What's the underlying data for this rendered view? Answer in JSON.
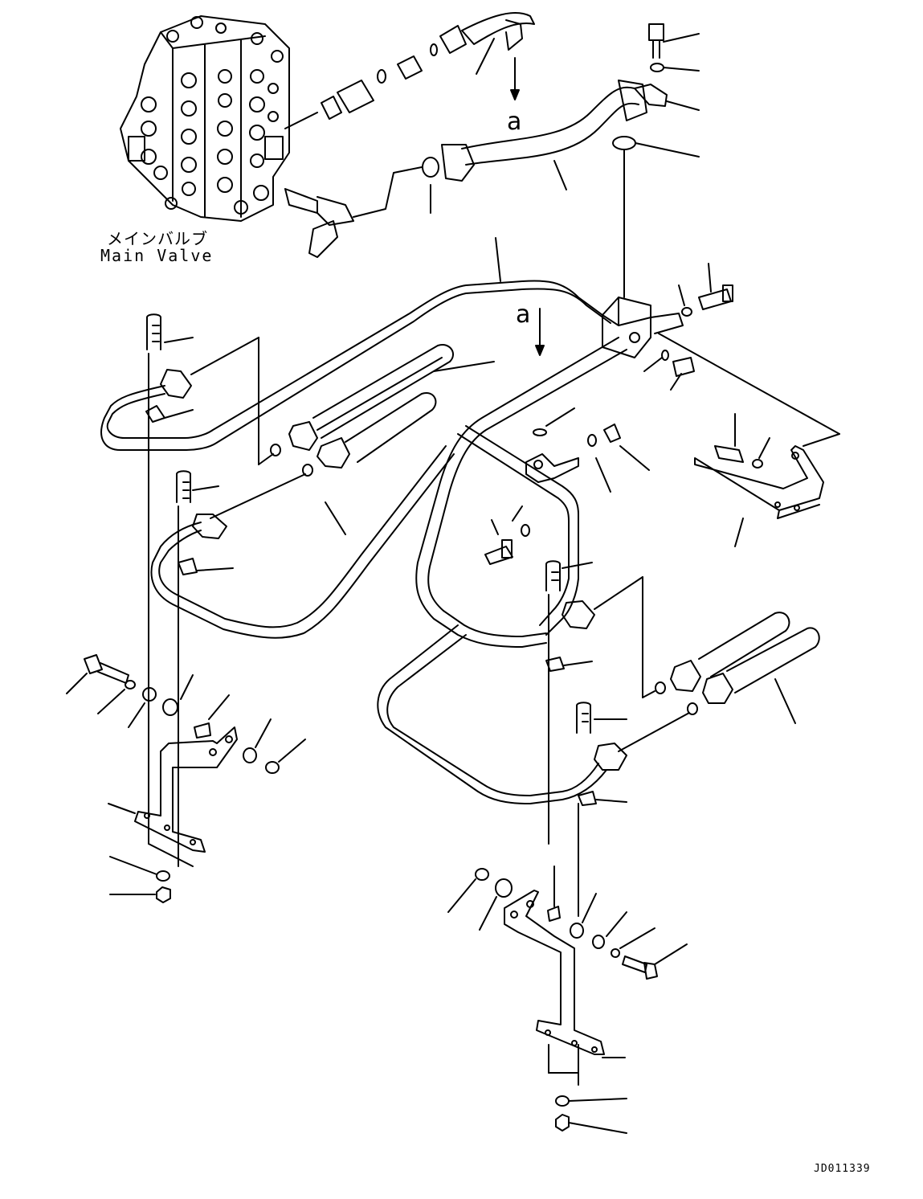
{
  "labels": {
    "main_valve_jp": "メインバルブ",
    "main_valve_en": "Main Valve",
    "view_a_top": "a",
    "view_a_middle": "a",
    "drawing_id": "JD011339"
  }
}
